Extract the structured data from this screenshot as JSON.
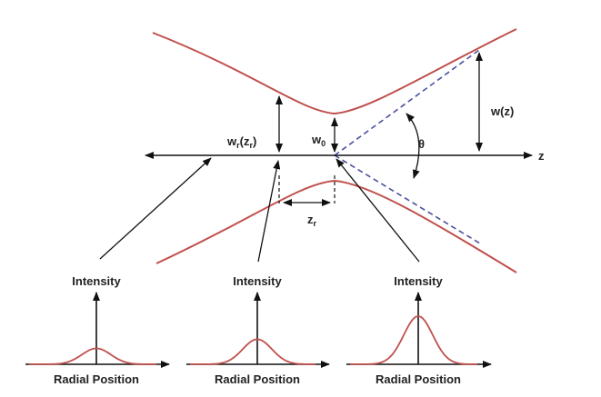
{
  "labels": {
    "z_axis": "z",
    "w_z": "w(z)",
    "theta": "θ",
    "w0_main": "w",
    "w0_sub": "0",
    "wr_main": "w",
    "wr_sub": "r",
    "wr_paren_open": "(z",
    "wr_paren_sub": "r",
    "wr_paren_close": ")",
    "zr_main": "z",
    "zr_sub": "r"
  },
  "profiles": [
    {
      "ylabel": "Intensity",
      "xlabel": "Radial Position",
      "peak": 0.33
    },
    {
      "ylabel": "Intensity",
      "xlabel": "Radial Position",
      "peak": 0.52
    },
    {
      "ylabel": "Intensity",
      "xlabel": "Radial Position",
      "peak": 1.0
    }
  ],
  "colors": {
    "beam": "#c0504d",
    "asymptote": "#4b4f9e",
    "axis": "#111111"
  }
}
